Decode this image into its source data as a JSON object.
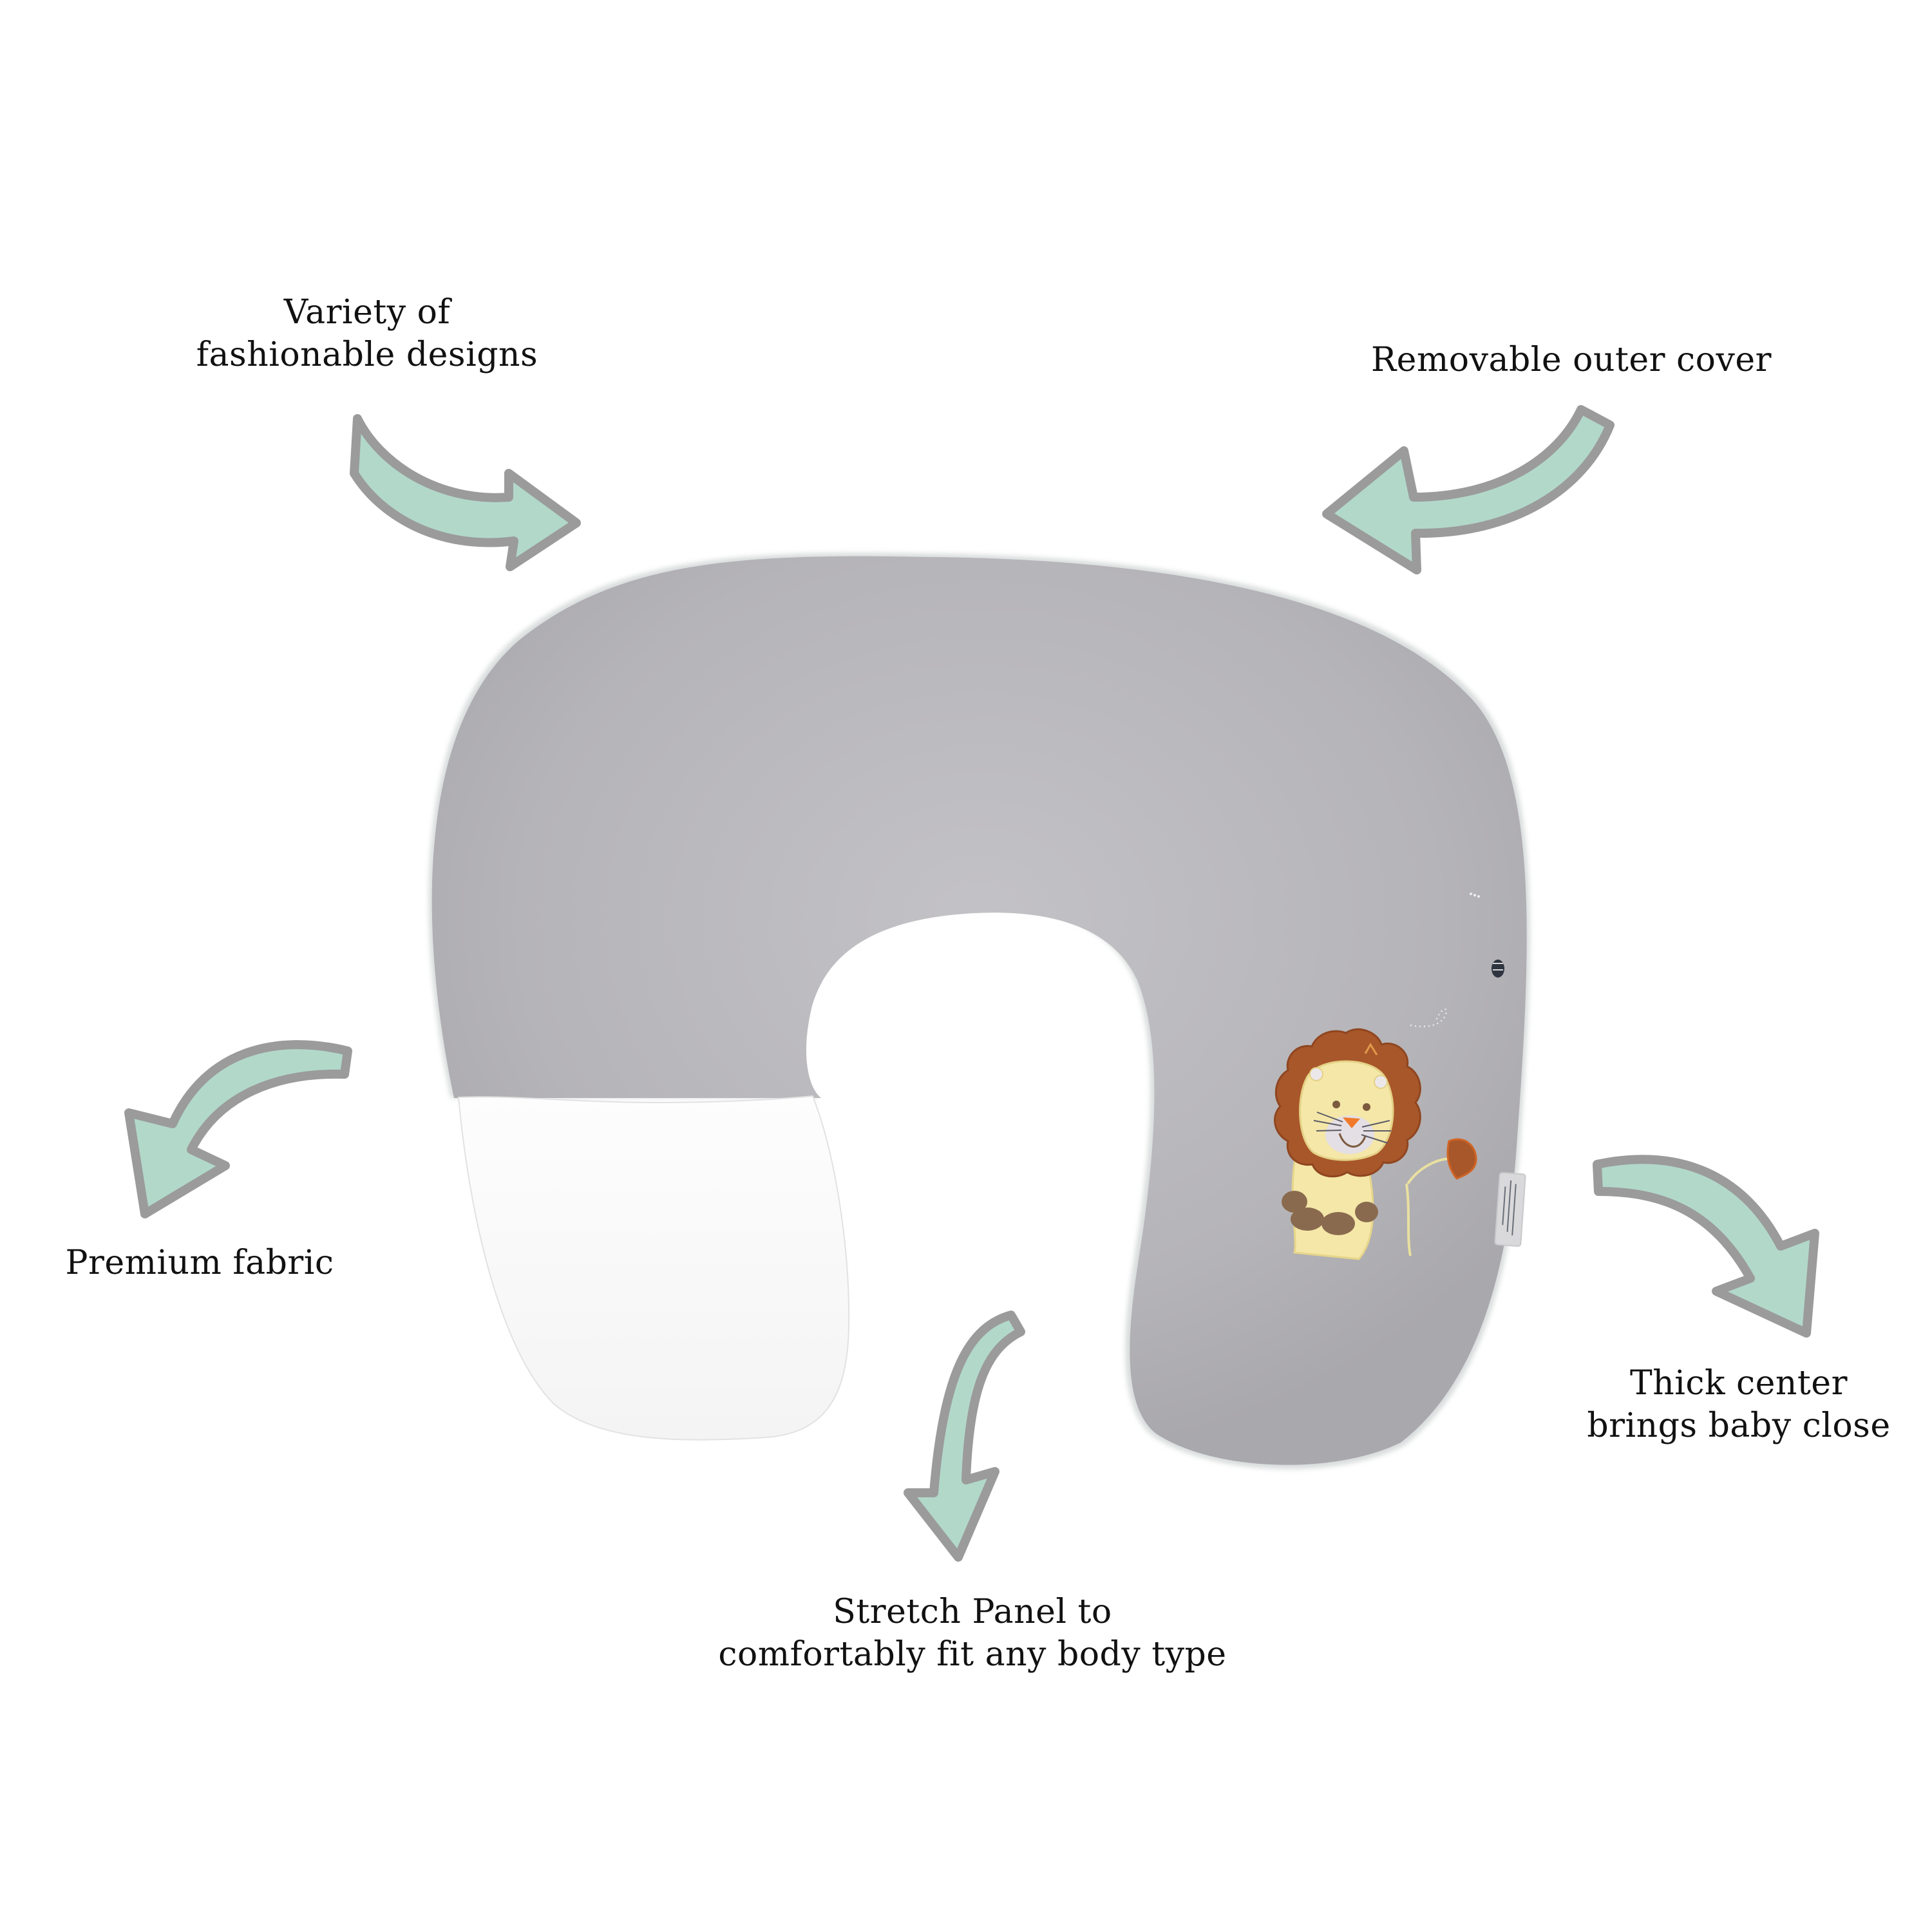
{
  "image": {
    "subject": "nursing-pillow-feature-infographic",
    "background": "#ffffff",
    "colors": {
      "pillow_gray": "#b4b4b7",
      "pillow_gray_light": "#c2c1c4",
      "stretch_panel_white": "#fafafa",
      "arrow_fill": "#b2d8ca",
      "arrow_outline": "#9b9b9b",
      "lion_mane": "#a8572a",
      "lion_face": "#f4e7a8",
      "lion_paws": "#8a6a4e",
      "lion_nose": "#f07a2a",
      "text": "#111111"
    }
  },
  "callouts": [
    {
      "id": "designs",
      "lines": [
        "Variety of",
        "fashionable designs"
      ],
      "arrow": "arrow-down-right"
    },
    {
      "id": "cover",
      "lines": [
        "Removable outer cover"
      ],
      "arrow": "arrow-down-left"
    },
    {
      "id": "fabric",
      "lines": [
        "Premium fabric"
      ],
      "arrow": "arrow-curve-down-left"
    },
    {
      "id": "stretch",
      "lines": [
        "Stretch Panel to",
        "comfortably fit any body type"
      ],
      "arrow": "arrow-down"
    },
    {
      "id": "center",
      "lines": [
        "Thick center",
        "brings baby close"
      ],
      "arrow": "arrow-curve-down-right"
    }
  ],
  "product": {
    "name": "Nursing pillow",
    "applique": "lion-icon",
    "small_embroidery": "bee-icon",
    "tag": "care-label"
  }
}
